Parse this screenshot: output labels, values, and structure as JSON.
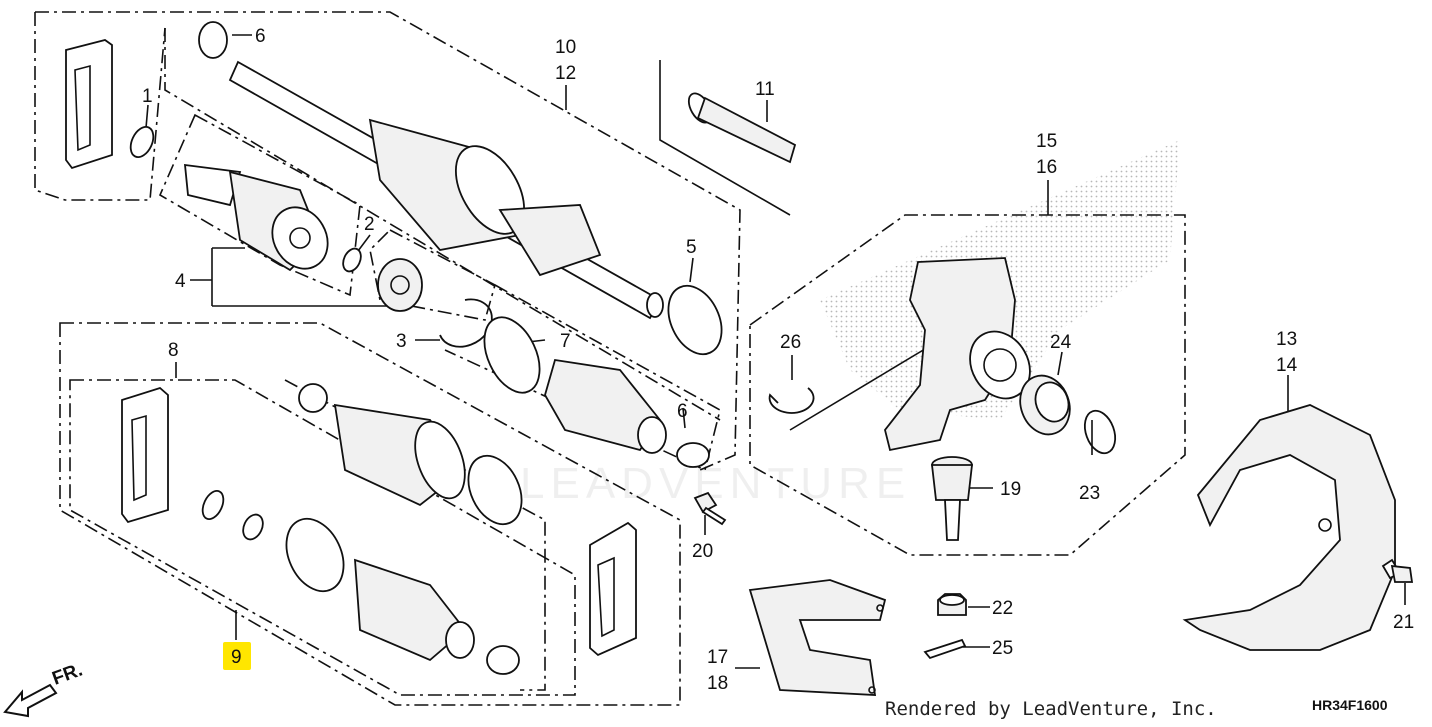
{
  "diagram": {
    "callouts": {
      "c1": "1",
      "c2": "2",
      "c3": "3",
      "c4": "4",
      "c5": "5",
      "c6a": "6",
      "c6b": "6",
      "c7": "7",
      "c8": "8",
      "c9": "9",
      "c10": "10",
      "c11": "11",
      "c12": "12",
      "c13": "13",
      "c14": "14",
      "c15": "15",
      "c16": "16",
      "c17": "17",
      "c18": "18",
      "c19": "19",
      "c20": "20",
      "c21": "21",
      "c22": "22",
      "c23": "23",
      "c24": "24",
      "c25": "25",
      "c26": "26"
    },
    "highlight_color": "#ffe600",
    "direction_label": "FR.",
    "watermark": "LEADVENTURE",
    "footer_credit": "Rendered by LeadVenture, Inc.",
    "drawing_code": "HR34F1600"
  }
}
